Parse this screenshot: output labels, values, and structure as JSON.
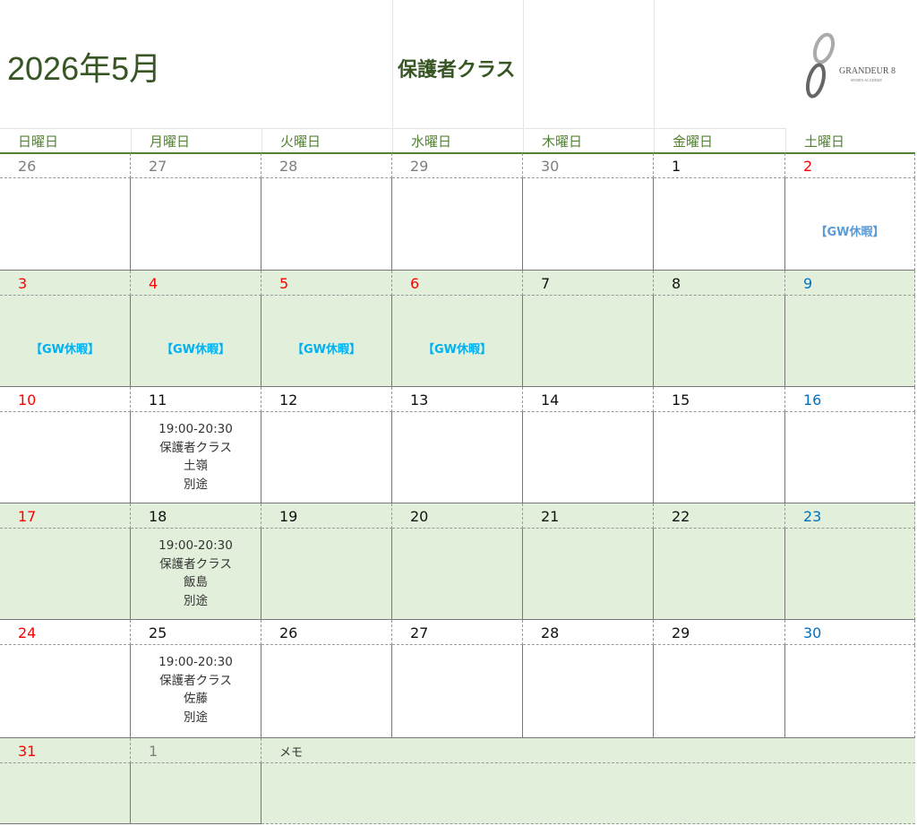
{
  "header": {
    "title": "2026年5月",
    "subtitle": "保護者クラス",
    "logo_text": "GRANDEUR 8",
    "logo_sub": "SPORTS ACADEMY"
  },
  "weekdays": [
    "日曜日",
    "月曜日",
    "火曜日",
    "水曜日",
    "木曜日",
    "金曜日",
    "土曜日"
  ],
  "colors": {
    "accent": "#548235",
    "shade": "#e2efda",
    "sunday": "#ff0000",
    "saturday": "#0070c0",
    "gw": "#00b0f0"
  },
  "weeks": [
    {
      "shaded": false,
      "days": [
        {
          "date": "26",
          "color": "gray"
        },
        {
          "date": "27",
          "color": "gray"
        },
        {
          "date": "28",
          "color": "gray"
        },
        {
          "date": "29",
          "color": "gray"
        },
        {
          "date": "30",
          "color": "gray"
        },
        {
          "date": "1",
          "color": "black"
        },
        {
          "date": "2",
          "color": "red",
          "gw": "【GW休暇】"
        }
      ]
    },
    {
      "shaded": true,
      "days": [
        {
          "date": "3",
          "color": "red",
          "gw": "【GW休暇】"
        },
        {
          "date": "4",
          "color": "red",
          "gw": "【GW休暇】"
        },
        {
          "date": "5",
          "color": "red",
          "gw": "【GW休暇】"
        },
        {
          "date": "6",
          "color": "red",
          "gw": "【GW休暇】"
        },
        {
          "date": "7",
          "color": "black"
        },
        {
          "date": "8",
          "color": "black"
        },
        {
          "date": "9",
          "color": "blue"
        }
      ]
    },
    {
      "shaded": false,
      "days": [
        {
          "date": "10",
          "color": "red"
        },
        {
          "date": "11",
          "color": "black",
          "event": [
            "19:00-20:30",
            "保護者クラス",
            "土嶺",
            "別途"
          ]
        },
        {
          "date": "12",
          "color": "black"
        },
        {
          "date": "13",
          "color": "black"
        },
        {
          "date": "14",
          "color": "black"
        },
        {
          "date": "15",
          "color": "black"
        },
        {
          "date": "16",
          "color": "blue"
        }
      ]
    },
    {
      "shaded": true,
      "days": [
        {
          "date": "17",
          "color": "red"
        },
        {
          "date": "18",
          "color": "black",
          "event": [
            "19:00-20:30",
            "保護者クラス",
            "飯島",
            "別途"
          ]
        },
        {
          "date": "19",
          "color": "black"
        },
        {
          "date": "20",
          "color": "black"
        },
        {
          "date": "21",
          "color": "black"
        },
        {
          "date": "22",
          "color": "black"
        },
        {
          "date": "23",
          "color": "blue"
        }
      ]
    },
    {
      "shaded": false,
      "days": [
        {
          "date": "24",
          "color": "red"
        },
        {
          "date": "25",
          "color": "black",
          "event": [
            "19:00-20:30",
            "保護者クラス",
            "佐藤",
            "別途"
          ]
        },
        {
          "date": "26",
          "color": "black"
        },
        {
          "date": "27",
          "color": "black"
        },
        {
          "date": "28",
          "color": "black"
        },
        {
          "date": "29",
          "color": "black"
        },
        {
          "date": "30",
          "color": "blue"
        }
      ]
    },
    {
      "shaded": true,
      "days": [
        {
          "date": "31",
          "color": "red"
        },
        {
          "date": "1",
          "color": "gray2"
        }
      ],
      "memo_label": "メモ"
    }
  ]
}
